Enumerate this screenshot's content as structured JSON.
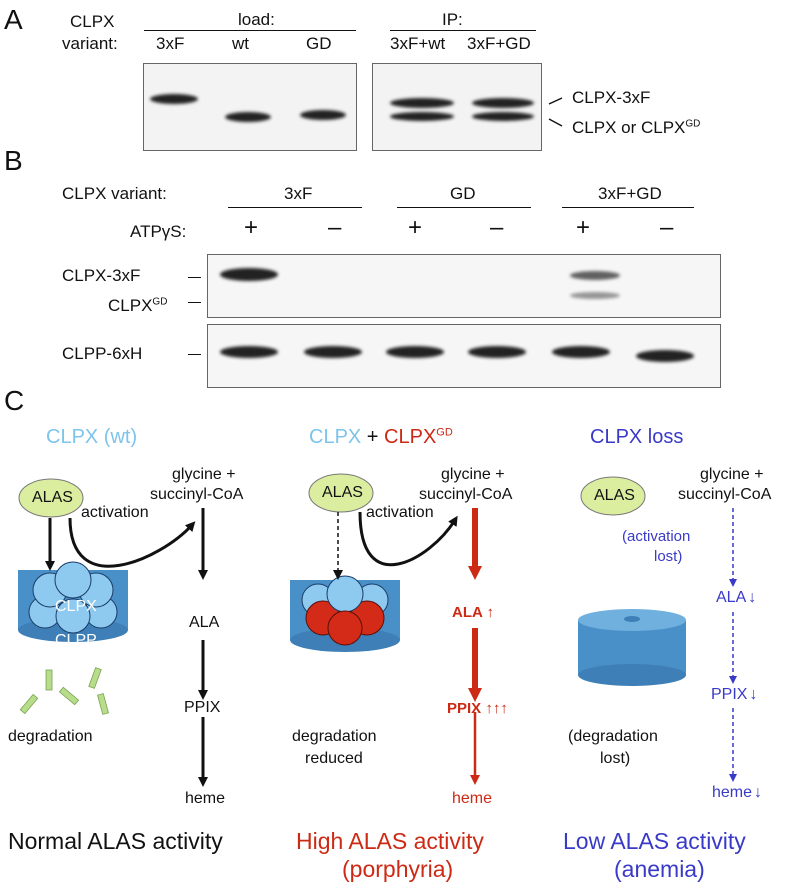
{
  "colors": {
    "light_blue": "#7dc4ec",
    "dark_blue": "#3a3ac8",
    "red": "#cc2a14",
    "alas_green": "#dbeea0",
    "cylinder_blue": "#4a90c8",
    "gd_red": "#d42a18"
  },
  "panelA": {
    "letter": "A",
    "variant_label_line1": "CLPX",
    "variant_label_line2": "variant:",
    "load_label": "load:",
    "ip_label": "IP:",
    "lanes_load": [
      "3xF",
      "wt",
      "GD"
    ],
    "lanes_ip": [
      "3xF+wt",
      "3xF+GD"
    ],
    "band_label_top": "CLPX-3xF",
    "band_label_bottom": "CLPX or CLPX",
    "band_label_bottom_sup": "GD"
  },
  "panelB": {
    "letter": "B",
    "variant_label": "CLPX variant:",
    "groups": [
      "3xF",
      "GD",
      "3xF+GD"
    ],
    "atp_label": "ATPγS:",
    "atp_signs": [
      "+",
      "–",
      "+",
      "–",
      "+",
      "–"
    ],
    "row_labels": [
      "CLPX-3xF",
      "CLPX",
      "CLPP-6xH"
    ],
    "row_label_sup": "GD"
  },
  "panelC": {
    "letter": "C",
    "col1": {
      "title": "CLPX (wt)",
      "alas": "ALAS",
      "activation": "activation",
      "substrate_line1": "glycine +",
      "substrate_line2": "succinyl-CoA",
      "ala": "ALA",
      "ppix": "PPIX",
      "heme": "heme",
      "clpx": "CLPX",
      "clpp": "CLPP",
      "degradation": "degradation",
      "footer": "Normal ALAS activity"
    },
    "col2": {
      "title_part1": "CLPX",
      "title_plus": " + ",
      "title_part2": "CLPX",
      "title_sup": "GD",
      "alas": "ALAS",
      "activation": "activation",
      "substrate_line1": "glycine +",
      "substrate_line2": "succinyl-CoA",
      "ala": "ALA",
      "ala_arrows": "↑",
      "ppix": "PPIX",
      "ppix_arrows": "↑↑↑",
      "heme": "heme",
      "degradation_line1": "degradation",
      "degradation_line2": "reduced",
      "footer_line1": "High ALAS activity",
      "footer_line2": "(porphyria)"
    },
    "col3": {
      "title": "CLPX loss",
      "alas": "ALAS",
      "activation_line1": "(activation",
      "activation_line2": "lost)",
      "substrate_line1": "glycine +",
      "substrate_line2": "succinyl-CoA",
      "ala": "ALA",
      "ppix": "PPIX",
      "heme": "heme",
      "down_arrow": "↓",
      "degradation_line1": "(degradation",
      "degradation_line2": "lost)",
      "footer_line1": "Low ALAS activity",
      "footer_line2": "(anemia)"
    }
  }
}
